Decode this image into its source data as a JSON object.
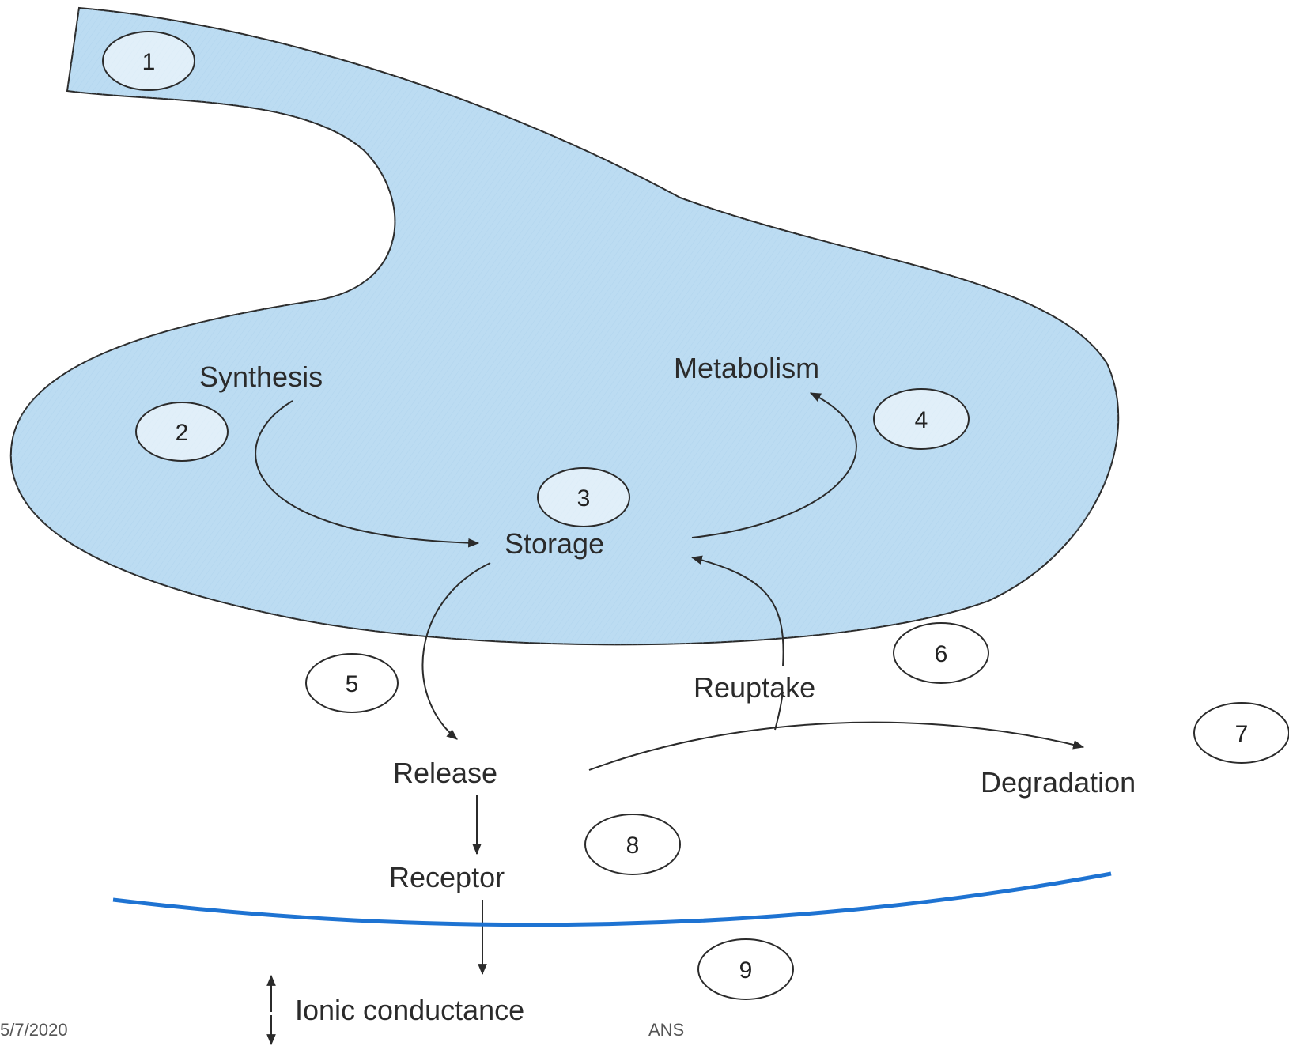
{
  "labels": {
    "synthesis": "Synthesis",
    "metabolism": "Metabolism",
    "storage": "Storage",
    "release": "Release",
    "reuptake": "Reuptake",
    "degradation": "Degradation",
    "receptor": "Receptor",
    "ionic_conductance": "Ionic conductance"
  },
  "steps": [
    "1",
    "2",
    "3",
    "4",
    "5",
    "6",
    "7",
    "8",
    "9"
  ],
  "footer": {
    "date": "5/7/2020",
    "topic": "ANS"
  },
  "colors": {
    "neuron_fill": "#bcdcf2",
    "membrane_line": "#1e73d2",
    "ink": "#2b2b2b"
  }
}
